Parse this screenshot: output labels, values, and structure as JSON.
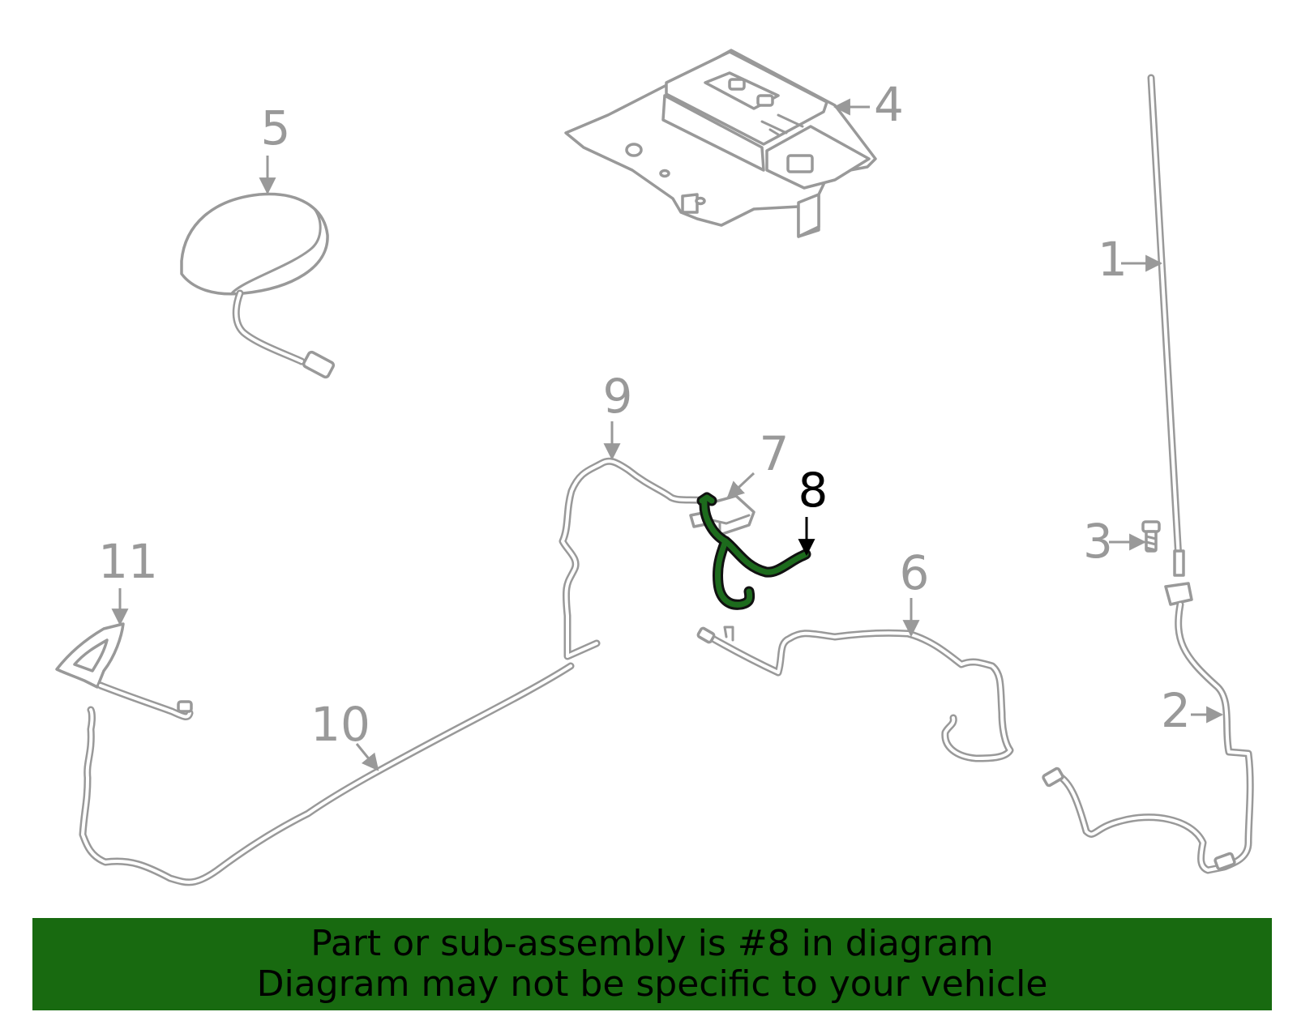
{
  "callouts": {
    "c1": "1",
    "c2": "2",
    "c3": "3",
    "c4": "4",
    "c5": "5",
    "c6": "6",
    "c7": "7",
    "c8": "8",
    "c9": "9",
    "c10": "10",
    "c11": "11"
  },
  "highlighted_part": "8",
  "banner": {
    "line1": "Part or sub-assembly is #8 in diagram",
    "line2": "Diagram may not be specific to your vehicle"
  },
  "colors": {
    "banner_bg": "#186a10",
    "highlight": "#1d6b1d",
    "part_gray": "#999999"
  }
}
